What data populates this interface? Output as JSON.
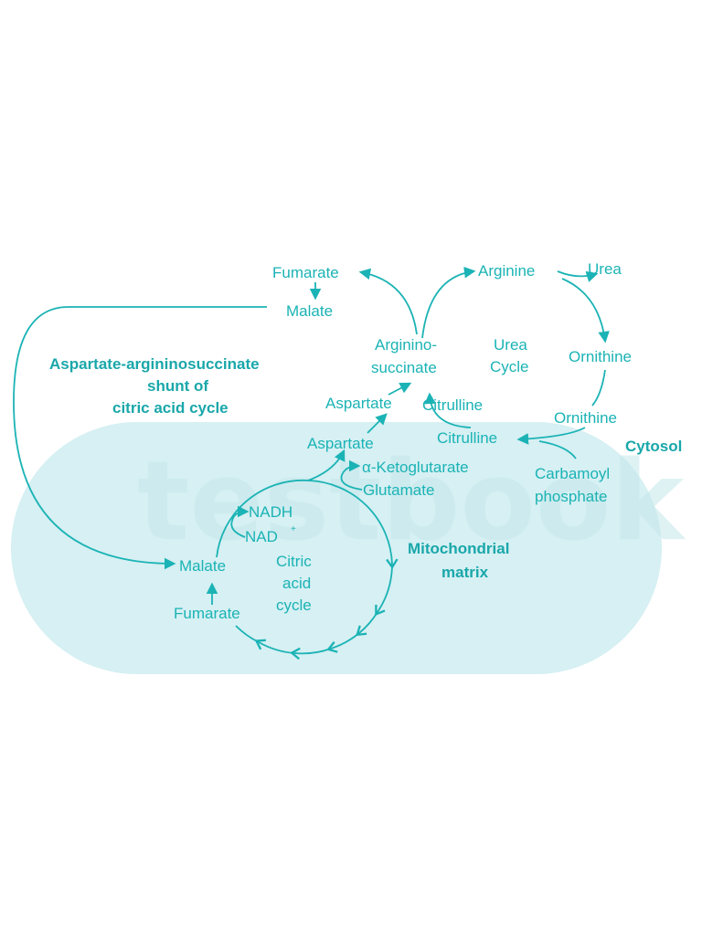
{
  "colors": {
    "stroke": "#1bb3b5",
    "text": "#1bb3b5",
    "bold_text": "#1aa7aa",
    "matrix_fill": "#d6f0f3"
  },
  "watermark": "testbook",
  "labels": {
    "fumarate_top": "Fumarate",
    "malate_top": "Malate",
    "arginine": "Arginine",
    "urea": "Urea",
    "argininosuccinate_l1": "Arginino-",
    "argininosuccinate_l2": "succinate",
    "urea_cycle_l1": "Urea",
    "urea_cycle_l2": "Cycle",
    "ornithine_cyto": "Ornithine",
    "aspartate_cyto": "Aspartate",
    "citrulline_cyto": "Citrulline",
    "ornithine_mito": "Ornithine",
    "citrulline_mito": "Citrulline",
    "aspartate_mito": "Aspartate",
    "ketoglutarate": "α-Ketoglutarate",
    "glutamate": "Glutamate",
    "carbamoyl_l1": "Carbamoyl",
    "carbamoyl_l2": "phosphate",
    "nadh": "NADH",
    "nad": "NAD",
    "nad_sup": "+",
    "malate_mito": "Malate",
    "fumarate_mito": "Fumarate",
    "citric_l1": "Citric",
    "citric_l2": "acid",
    "citric_l3": "cycle",
    "shunt_l1": "Aspartate-argininosuccinate",
    "shunt_l2": "shunt of",
    "shunt_l3": "citric acid cycle",
    "cytosol": "Cytosol",
    "mito_l1": "Mitochondrial",
    "mito_l2": "matrix"
  }
}
